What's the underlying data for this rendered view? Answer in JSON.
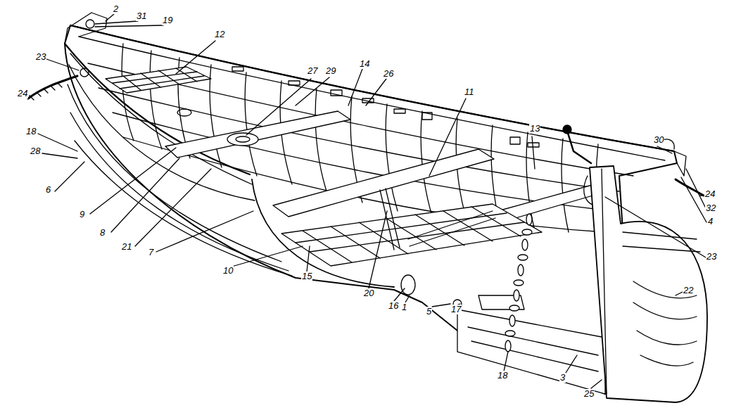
{
  "diagram": {
    "labels": [
      "2",
      "31",
      "19",
      "12",
      "27",
      "29",
      "14",
      "26",
      "11",
      "13",
      "30",
      "23",
      "24",
      "18",
      "28",
      "6",
      "9",
      "8",
      "21",
      "7",
      "10",
      "15",
      "20",
      "16",
      "1",
      "5",
      "17",
      "18",
      "3",
      "25",
      "22",
      "23",
      "4",
      "32",
      "24"
    ]
  }
}
